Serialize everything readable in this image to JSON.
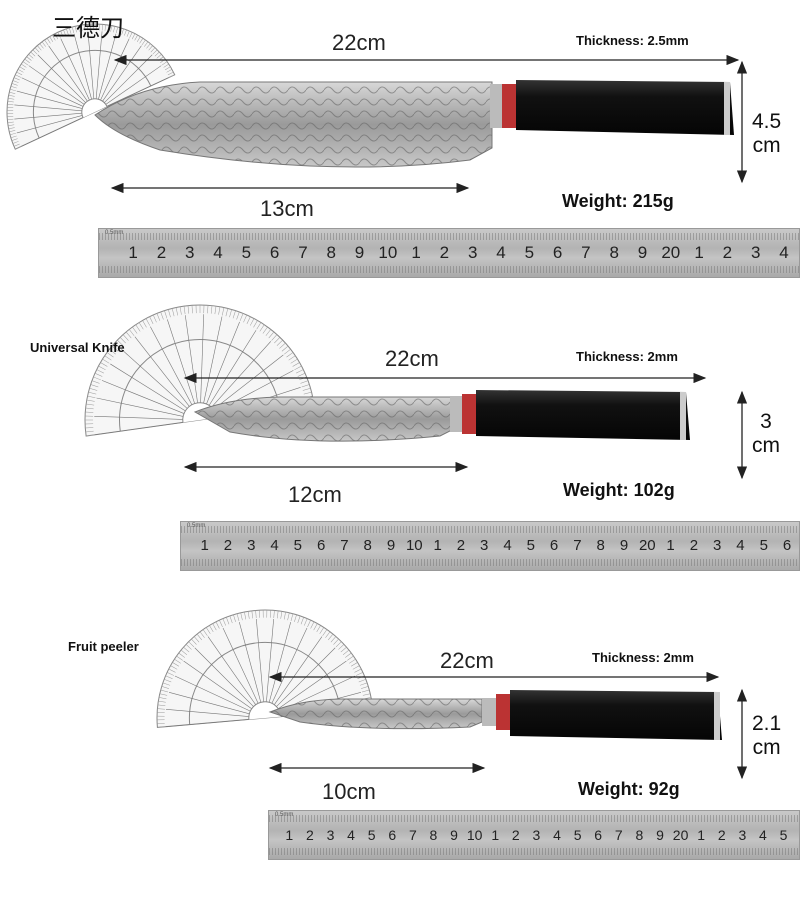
{
  "title": "三德刀",
  "knives": [
    {
      "label": "三德刀",
      "length": "22cm",
      "thickness": "Thickness: 2.5mm",
      "height": [
        "4.5",
        "cm"
      ],
      "blade": "13cm",
      "weight": "Weight: 215g",
      "ruler": {
        "mark": "0.5mm",
        "digits": [
          "1",
          "2",
          "3",
          "4",
          "5",
          "6",
          "7",
          "8",
          "9",
          "10",
          "1",
          "2",
          "3",
          "4",
          "5",
          "6",
          "7",
          "8",
          "9",
          "20",
          "1",
          "2",
          "3",
          "4"
        ]
      }
    },
    {
      "label": "Universal Knife",
      "length": "22cm",
      "thickness": "Thickness: 2mm",
      "height": [
        "3",
        "cm"
      ],
      "blade": "12cm",
      "weight": "Weight: 102g",
      "ruler": {
        "mark": "0.5mm",
        "digits": [
          "1",
          "2",
          "3",
          "4",
          "5",
          "6",
          "7",
          "8",
          "9",
          "10",
          "1",
          "2",
          "3",
          "4",
          "5",
          "6",
          "7",
          "8",
          "9",
          "20",
          "1",
          "2",
          "3",
          "4",
          "5",
          "6"
        ]
      }
    },
    {
      "label": "Fruit peeler",
      "length": "22cm",
      "thickness": "Thickness: 2mm",
      "height": [
        "2.1",
        "cm"
      ],
      "blade": "10cm",
      "weight": "Weight: 92g",
      "ruler": {
        "mark": "0.5mm",
        "digits": [
          "1",
          "2",
          "3",
          "4",
          "5",
          "6",
          "7",
          "8",
          "9",
          "10",
          "1",
          "2",
          "3",
          "4",
          "5",
          "6",
          "7",
          "8",
          "9",
          "20",
          "1",
          "2",
          "3",
          "4",
          "5"
        ]
      }
    }
  ]
}
